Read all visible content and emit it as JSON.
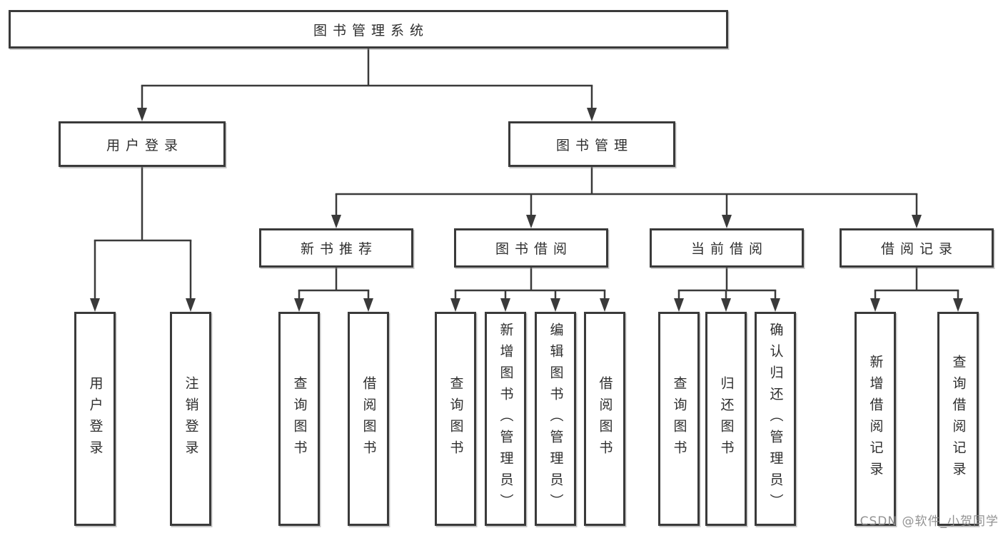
{
  "diagram": {
    "root": "图书管理系统",
    "branches": {
      "user_login": {
        "label": "用户登录",
        "leaves": [
          "用户登录",
          "注销登录"
        ]
      },
      "book_management": {
        "label": "图书管理",
        "sections": {
          "new_books": {
            "label": "新书推荐",
            "leaves": [
              "查询图书",
              "借阅图书"
            ]
          },
          "book_borrow": {
            "label": "图书借阅",
            "leaves": [
              "查询图书",
              "新增图书（管理员）",
              "编辑图书（管理员）",
              "借阅图书"
            ]
          },
          "current_borrow": {
            "label": "当前借阅",
            "leaves": [
              "查询图书",
              "归还图书",
              "确认归还（管理员）"
            ]
          },
          "borrow_records": {
            "label": "借阅记录",
            "leaves": [
              "新增借阅记录",
              "查询借阅记录"
            ]
          }
        }
      }
    }
  },
  "watermark": "CSDN @软件_小贺同学",
  "colors": {
    "ink": "#3a3a3a",
    "text": "#2e2e2e",
    "watermark": "#8c8c8c",
    "background": "#ffffff"
  }
}
